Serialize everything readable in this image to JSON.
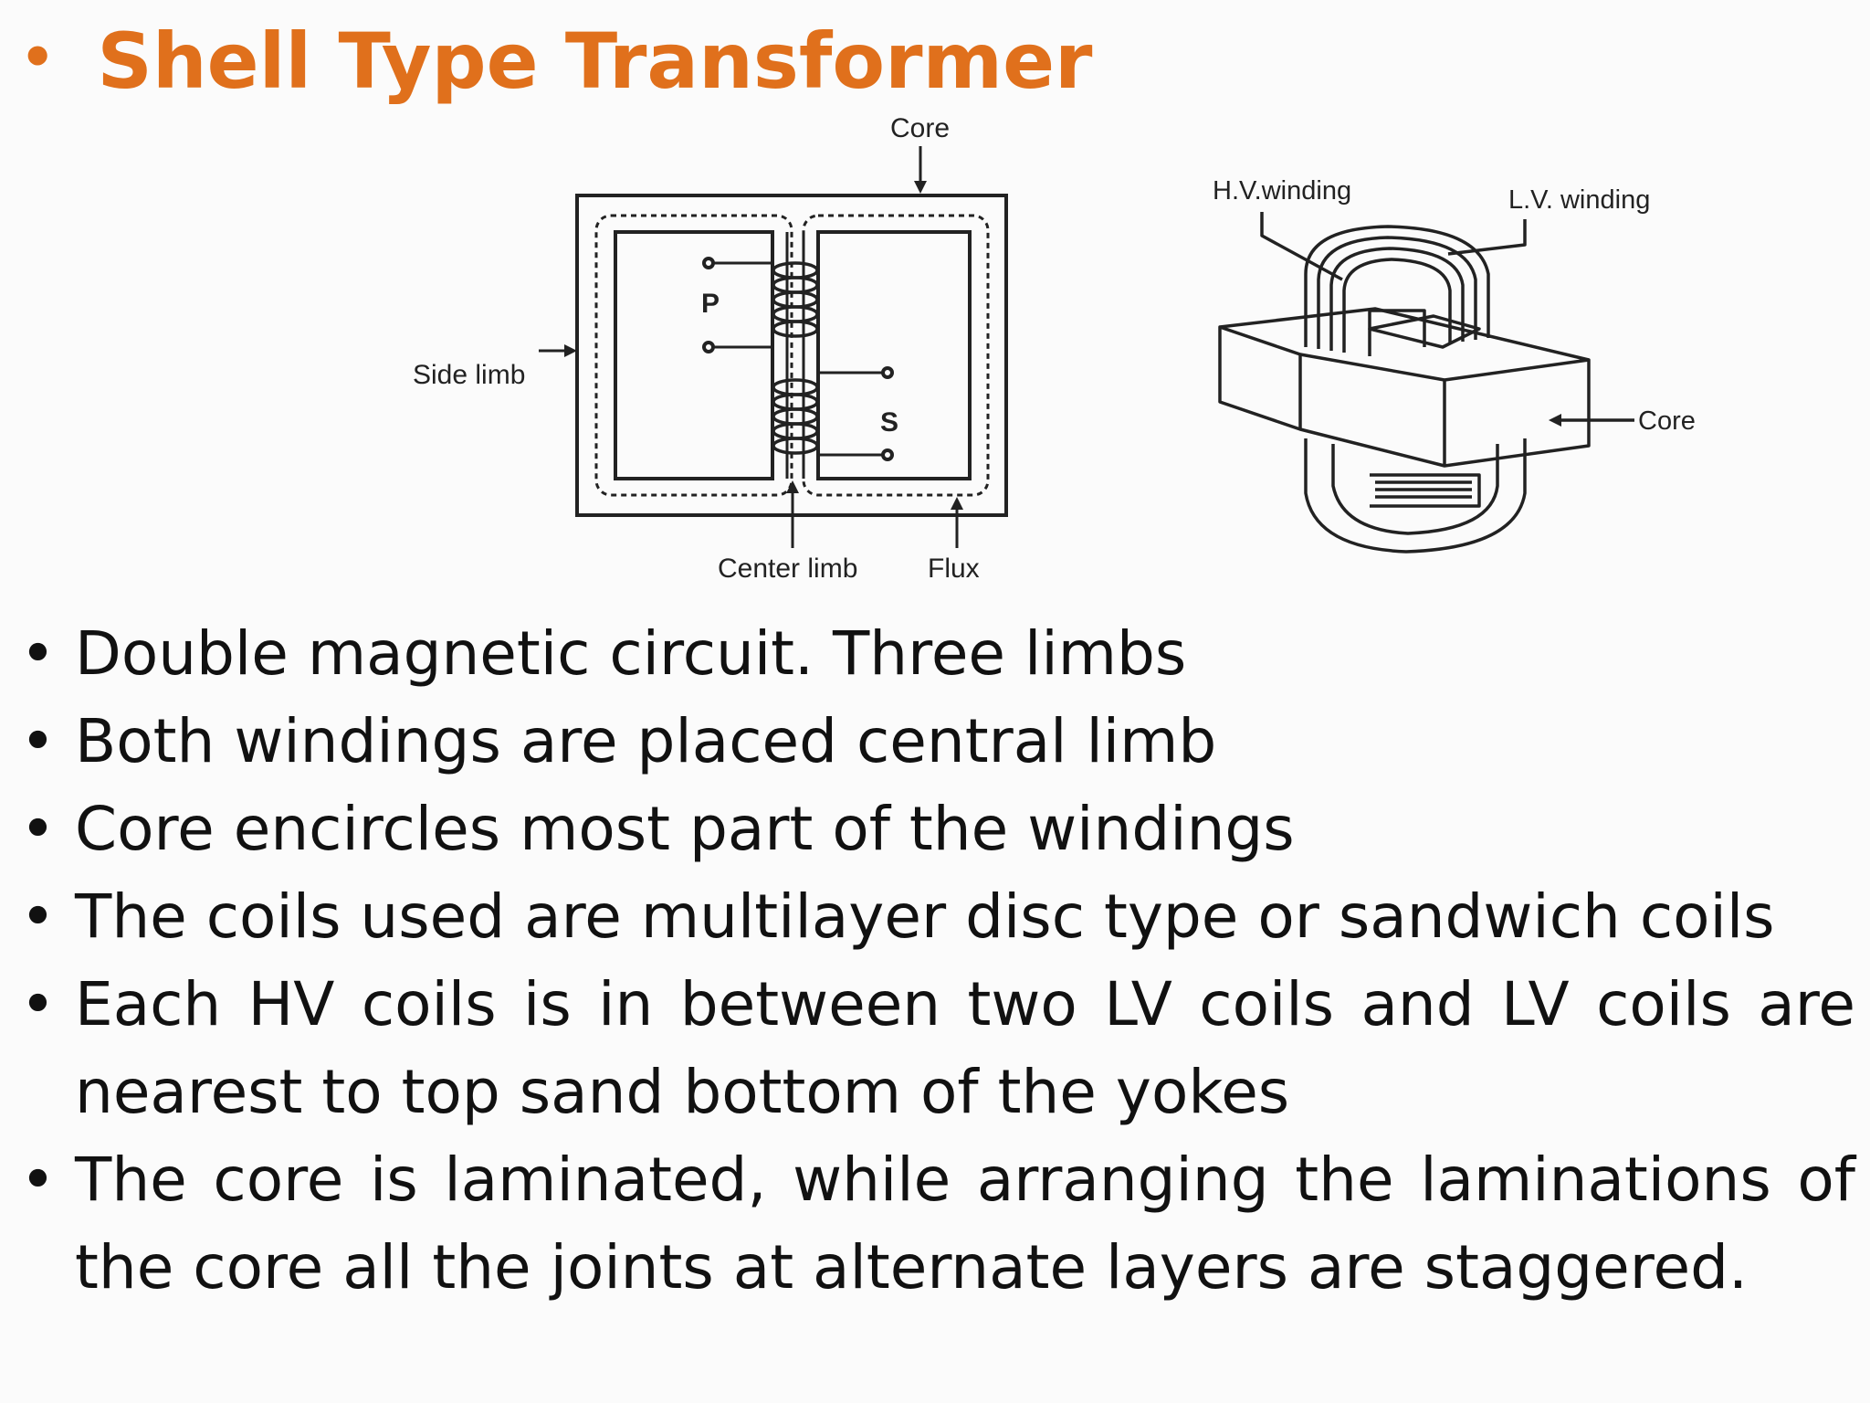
{
  "slide": {
    "title": "Shell Type Transformer",
    "diagram_2d_labels": {
      "core": "Core",
      "side_limb": "Side limb",
      "primary": "P",
      "secondary": "S",
      "center_limb": "Center limb",
      "flux": "Flux"
    },
    "diagram_3d_labels": {
      "hv_winding": "H.V.winding",
      "lv_winding": "L.V. winding",
      "core": "Core"
    },
    "bullets": [
      "Double magnetic circuit. Three limbs",
      "Both windings are placed central limb",
      "Core encircles most part of the windings",
      "The coils used are multilayer disc type or sandwich coils",
      "Each HV coils is in between two LV coils  and LV coils are nearest to top  sand bottom of the yokes",
      "The core is laminated, while arranging the laminations of the core  all the joints at alternate layers are staggered."
    ],
    "colors": {
      "title": "#e0701c",
      "text": "#111111",
      "background": "#fbfbfb"
    }
  }
}
